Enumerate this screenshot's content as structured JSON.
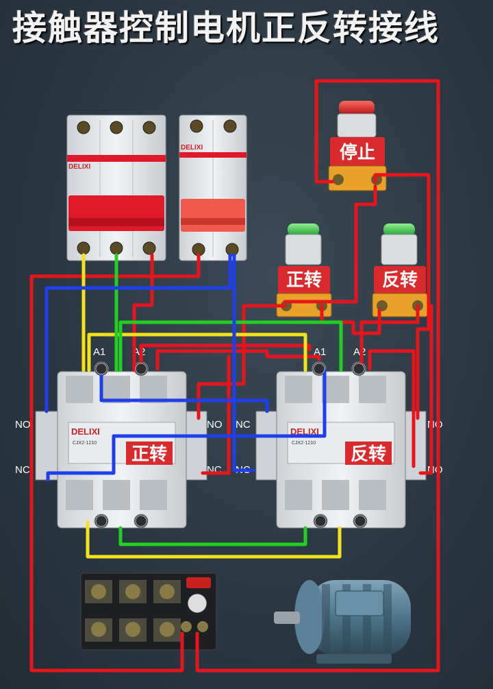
{
  "title": "接触器控制电机正反转接线",
  "breakers": {
    "three_pole_brand": "DELIXI",
    "two_pole_brand": "DELIXI"
  },
  "buttons": {
    "stop": "停止",
    "forward": "正转",
    "reverse": "反转"
  },
  "contactors": {
    "left": {
      "brand": "DELIXI",
      "model": "CJX2-1210",
      "tag": "正转",
      "coil_a1": "A1",
      "coil_a2": "A2",
      "aux_top_left": "NO",
      "aux_bottom_left": "NC",
      "aux_top_right": "NO",
      "aux_bottom_right": "NC"
    },
    "right": {
      "brand": "DELIXI",
      "model": "CJX2-1210",
      "tag": "反转",
      "coil_a1": "A1",
      "coil_a2": "A2",
      "aux_top_left": "NC",
      "aux_bottom_left": "NC",
      "aux_top_right": "NO",
      "aux_bottom_right": "NO"
    }
  },
  "colors": {
    "wire_red": "#e8141c",
    "wire_yellow": "#f4e21a",
    "wire_green": "#22d022",
    "wire_blue": "#1f3fe8",
    "breaker_handle": "#e0192a",
    "button_green": "#2fc24a",
    "button_red": "#c81e22",
    "label_red": "#d92a2e",
    "device_body": "#e6e9ec"
  }
}
